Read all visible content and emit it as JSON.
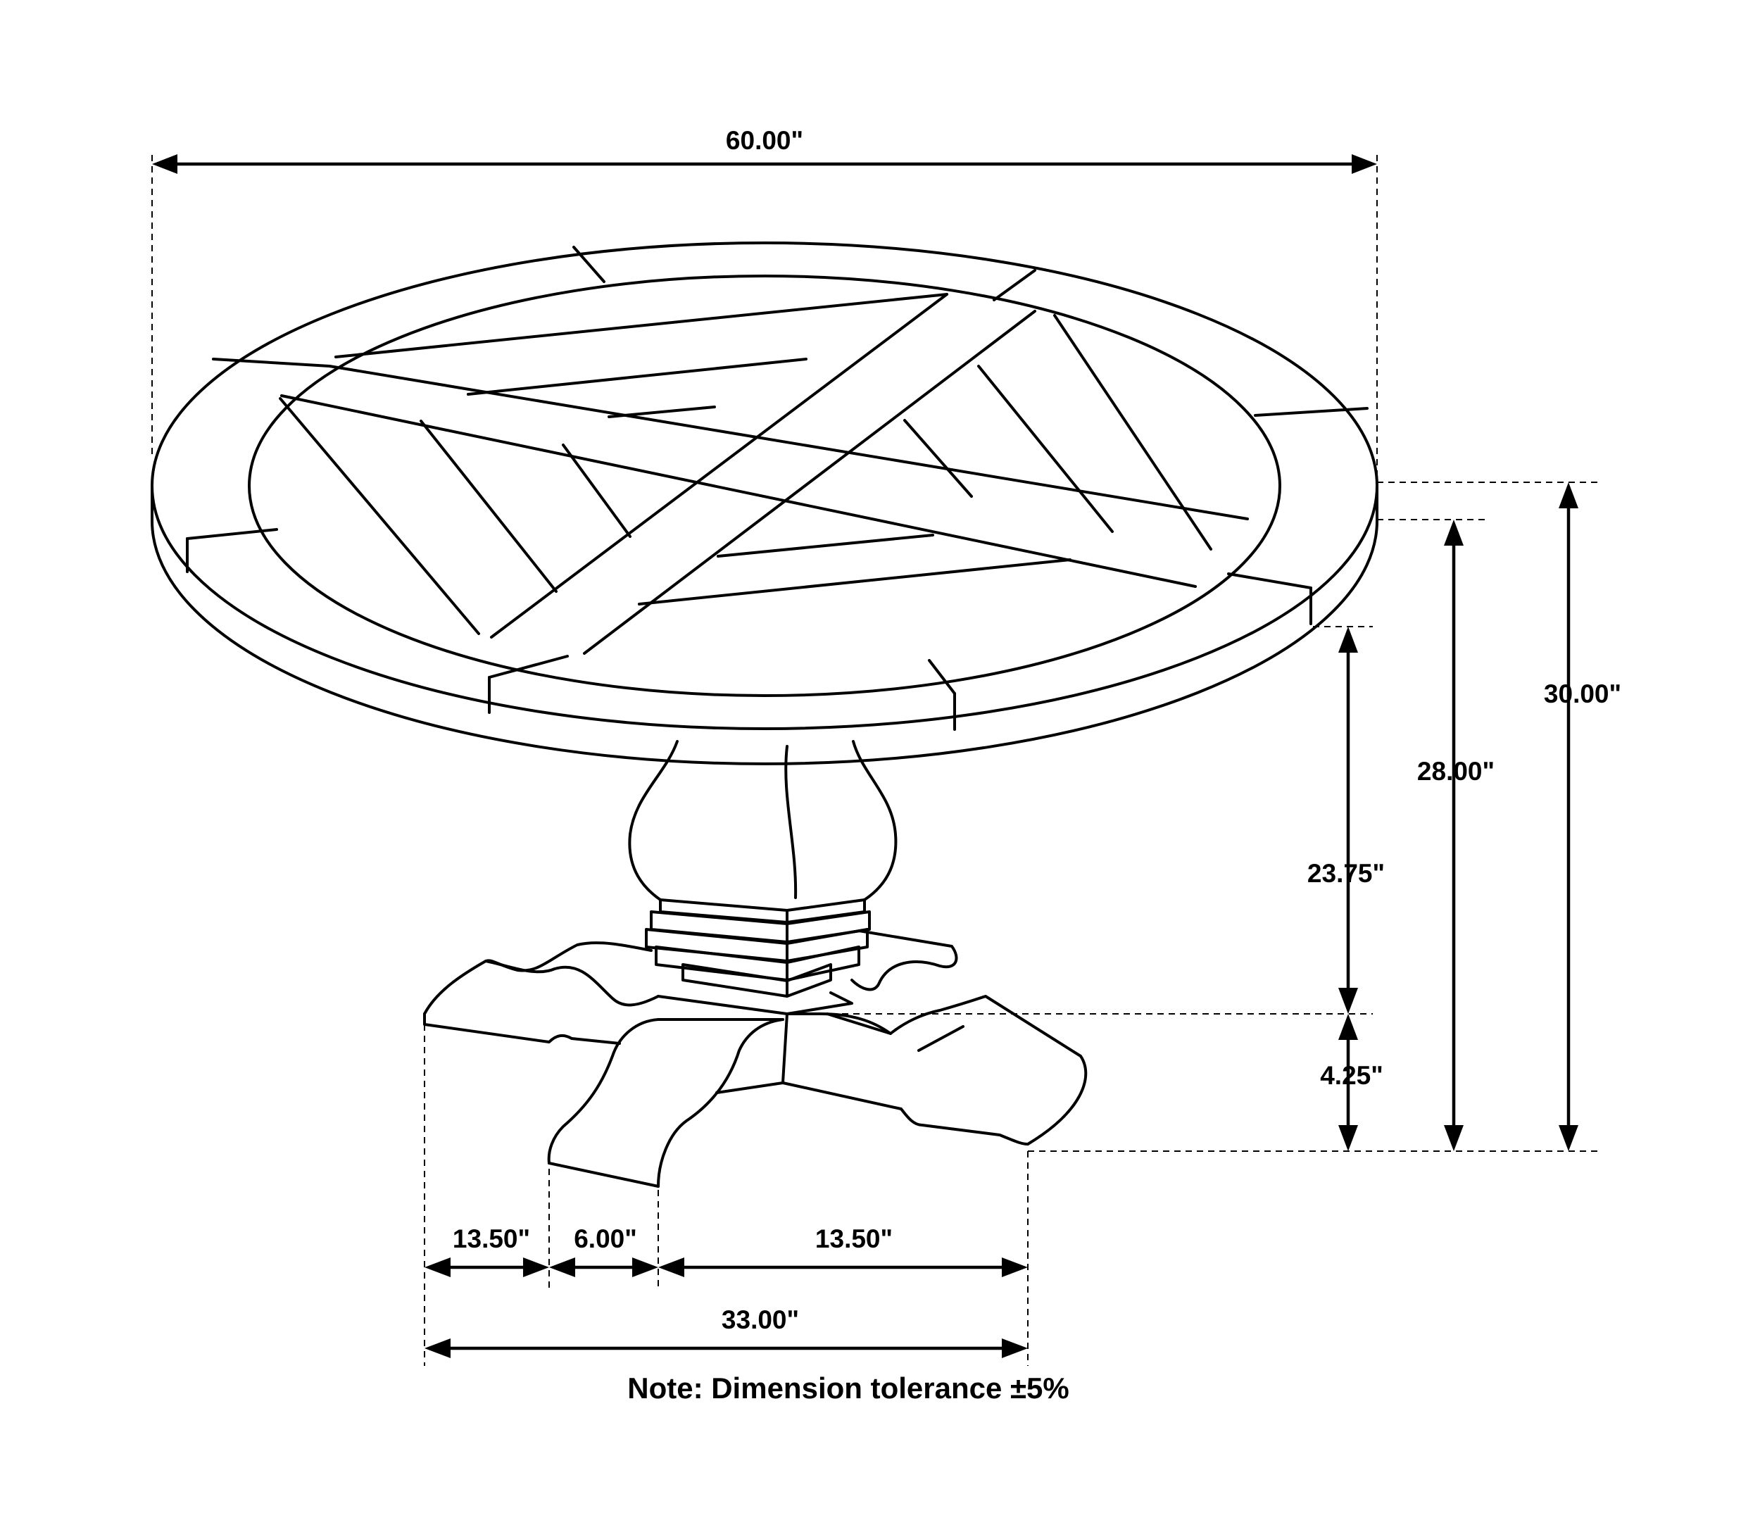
{
  "dimensions": {
    "overall_width": "60.00\"",
    "overall_height": "30.00\"",
    "top_height": "28.00\"",
    "pedestal_height": "23.75\"",
    "base_height": "4.25\"",
    "base_left": "13.50\"",
    "base_center": "6.00\"",
    "base_right": "13.50\"",
    "base_total": "33.00\""
  },
  "note": "Note: Dimension tolerance ±5%"
}
